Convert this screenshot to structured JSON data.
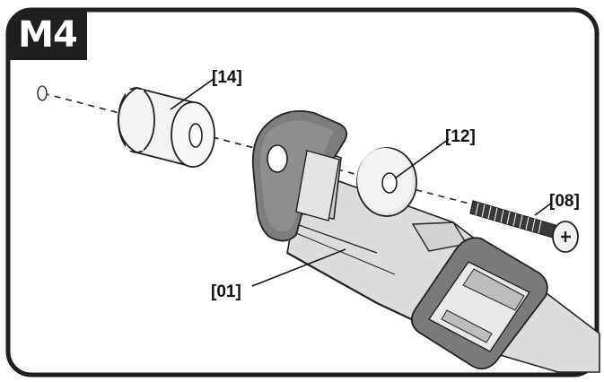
{
  "step": {
    "label": "M4"
  },
  "callouts": {
    "spacer": "[14]",
    "washer": "[12]",
    "screw": "[08]",
    "strap": "[01]"
  },
  "colors": {
    "frame": "#1f1f1f",
    "bracket": "#7d7d7d",
    "strap": "#dcdcdc",
    "buckle": "#7a7a7a",
    "part_fill": "#f2f2f2"
  }
}
